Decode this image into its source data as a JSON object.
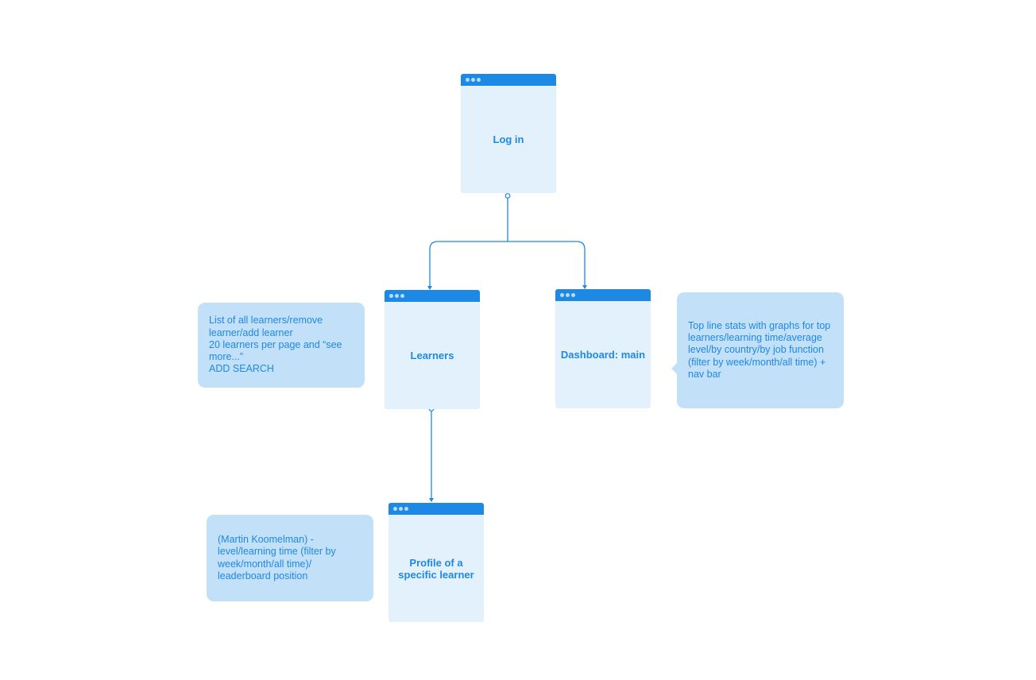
{
  "colors": {
    "accent": "#1e88e5",
    "screen_fill": "#e3f1fc",
    "note_fill": "#c2e0f8",
    "dots": "#b7dcf8"
  },
  "screens": {
    "login": {
      "label": "Log in"
    },
    "learners": {
      "label": "Learners"
    },
    "dashboard": {
      "label": "Dashboard: main"
    },
    "profile": {
      "label": "Profile of a specific learner"
    }
  },
  "notes": {
    "learners": "List of all learners/remove learner/add learner\n20 learners per page and “see more...”\nADD SEARCH",
    "dashboard": "Top line stats with graphs for top learners/learning time/average level/by country/by job function (filter by week/month/all time) + nav bar",
    "profile": "(Martin Koomelman) - level/learning time (filter by week/month/all time)/ leaderboard position"
  },
  "connections": [
    {
      "from": "login",
      "to": "learners"
    },
    {
      "from": "login",
      "to": "dashboard"
    },
    {
      "from": "learners",
      "to": "profile"
    }
  ]
}
